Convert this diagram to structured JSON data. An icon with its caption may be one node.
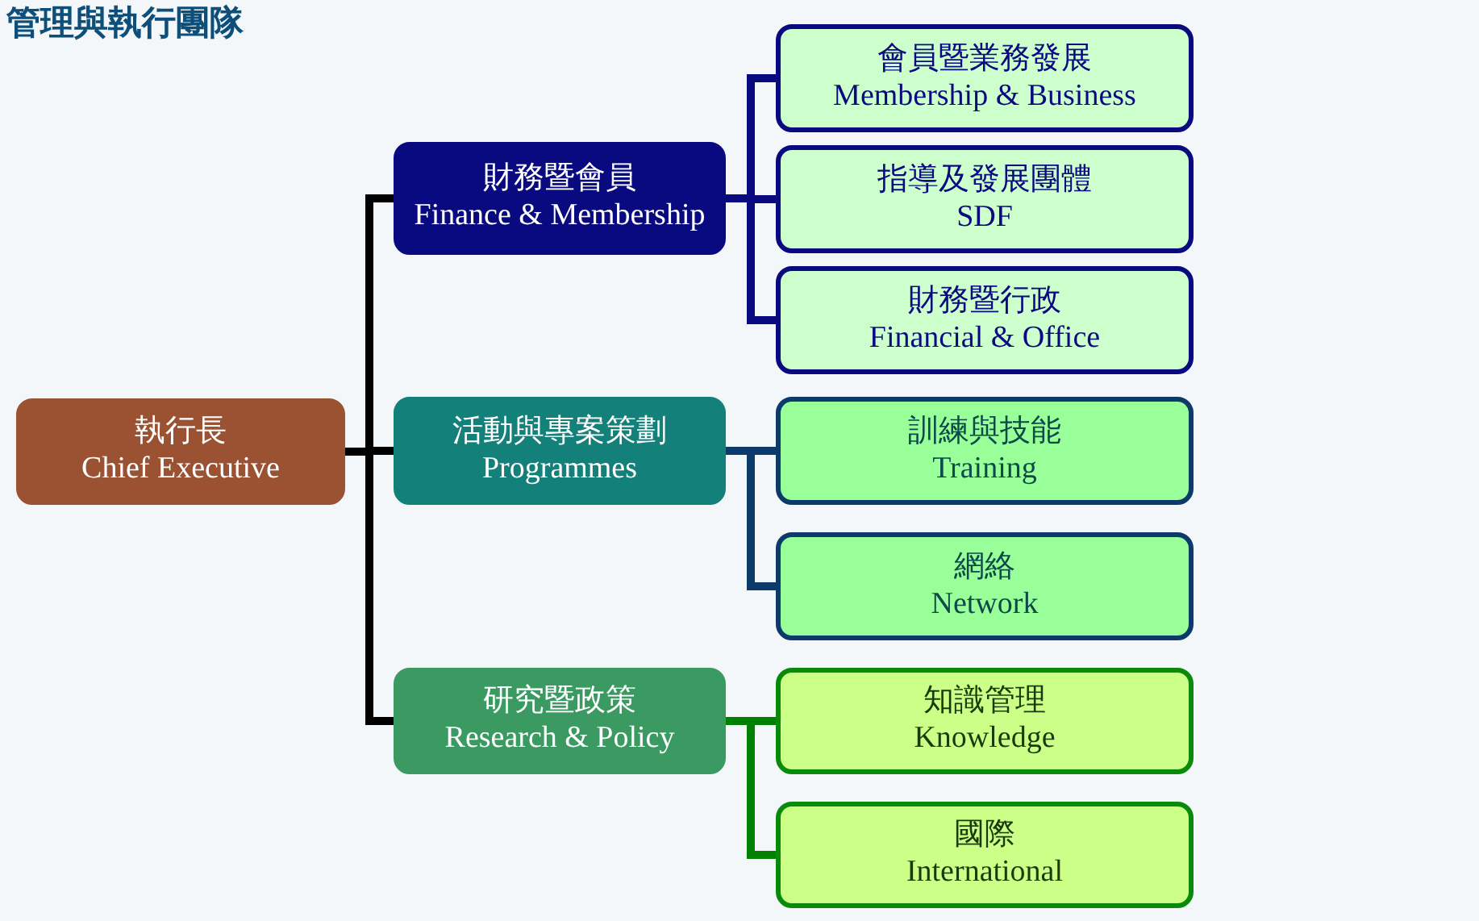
{
  "diagram": {
    "title": "管理與執行團隊",
    "nodes": [
      {
        "text": [
          "執行長",
          "Chief Executive"
        ]
      },
      {
        "text": [
          "財務暨會員",
          "Finance & Membership"
        ]
      },
      {
        "text": [
          "活動與專案策劃",
          "Programmes"
        ]
      },
      {
        "text": [
          "研究暨政策",
          "Research & Policy"
        ]
      },
      {
        "text": [
          "會員暨業務發展",
          "Membership & Business"
        ]
      },
      {
        "text": [
          "指導及發展團體",
          "SDF"
        ]
      },
      {
        "text": [
          "財務暨行政",
          "Financial & Office"
        ]
      },
      {
        "text": [
          "訓練與技能",
          "Training"
        ]
      },
      {
        "text": [
          "網絡",
          "Network"
        ]
      },
      {
        "text": [
          "知識管理",
          "Knowledge"
        ]
      },
      {
        "text": [
          "國際",
          "International"
        ]
      }
    ],
    "edges": [
      {
        "from": 0,
        "to": 1,
        "arrow": "none"
      },
      {
        "from": 0,
        "to": 2,
        "arrow": "none"
      },
      {
        "from": 0,
        "to": 3,
        "arrow": "none"
      },
      {
        "from": 1,
        "to": 4,
        "arrow": "none",
        "color": "#0a0a80"
      },
      {
        "from": 1,
        "to": 5,
        "arrow": "none",
        "color": "#0a0a80"
      },
      {
        "from": 1,
        "to": 6,
        "arrow": "none",
        "color": "#0a0a80"
      },
      {
        "from": 2,
        "to": 7,
        "arrow": "none",
        "color": "#0c3a6a"
      },
      {
        "from": 2,
        "to": 8,
        "arrow": "none",
        "color": "#0c3a6a"
      },
      {
        "from": 3,
        "to": 9,
        "arrow": "none",
        "color": "#008000"
      },
      {
        "from": 3,
        "to": 10,
        "arrow": "none",
        "color": "#008000"
      }
    ]
  }
}
